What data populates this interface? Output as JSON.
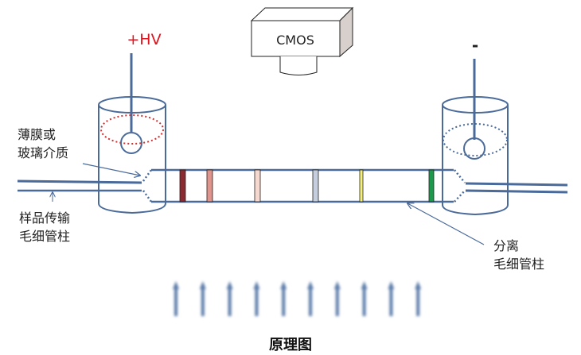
{
  "labels": {
    "positive_electrode": "+HV",
    "negative_electrode": "-",
    "camera": "CMOS",
    "membrane_line1": "薄膜或",
    "membrane_line2": "玻璃介质",
    "sample_line1": "样品传输",
    "sample_line2": "毛细管柱",
    "separation_line1": "分离",
    "separation_line2": "毛细管柱",
    "title": "原理图"
  },
  "colors": {
    "line": "#4a6a9a",
    "positive": "#e0141e",
    "negative_ring": "#4a6a9a",
    "positive_ring": "#d03030"
  },
  "bands": [
    {
      "name": "band-dark-red",
      "color": "#8b2a30"
    },
    {
      "name": "band-salmon",
      "color": "#e0948c"
    },
    {
      "name": "band-light-pink",
      "color": "#f6d8cf"
    },
    {
      "name": "band-light-blue",
      "color": "#c4cedc"
    },
    {
      "name": "band-yellow",
      "color": "#f4f07a"
    },
    {
      "name": "band-green",
      "color": "#1a9a4a"
    }
  ],
  "light_arrows": {
    "count": 10
  }
}
